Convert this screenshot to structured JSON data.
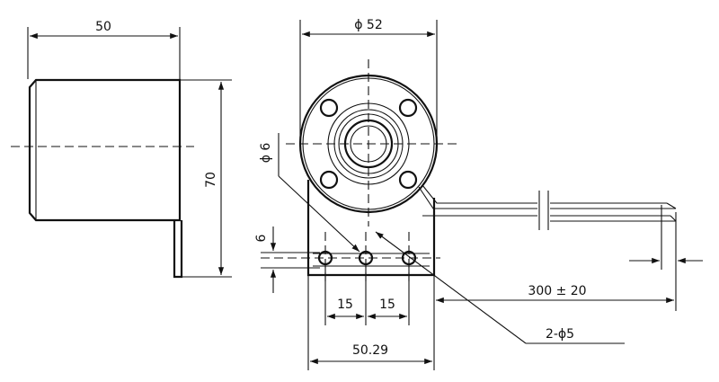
{
  "drawing": {
    "labels": {
      "side_width": "50",
      "side_height": "70",
      "flange_diameter": "ϕ 52",
      "pin_diameter": "ϕ 6",
      "bracket_thickness": "6",
      "hole_spacing_left": "15",
      "hole_spacing_right": "15",
      "bracket_width": "50.29",
      "lead_length": "300 ± 20",
      "mount_holes": "2-ϕ5"
    }
  }
}
